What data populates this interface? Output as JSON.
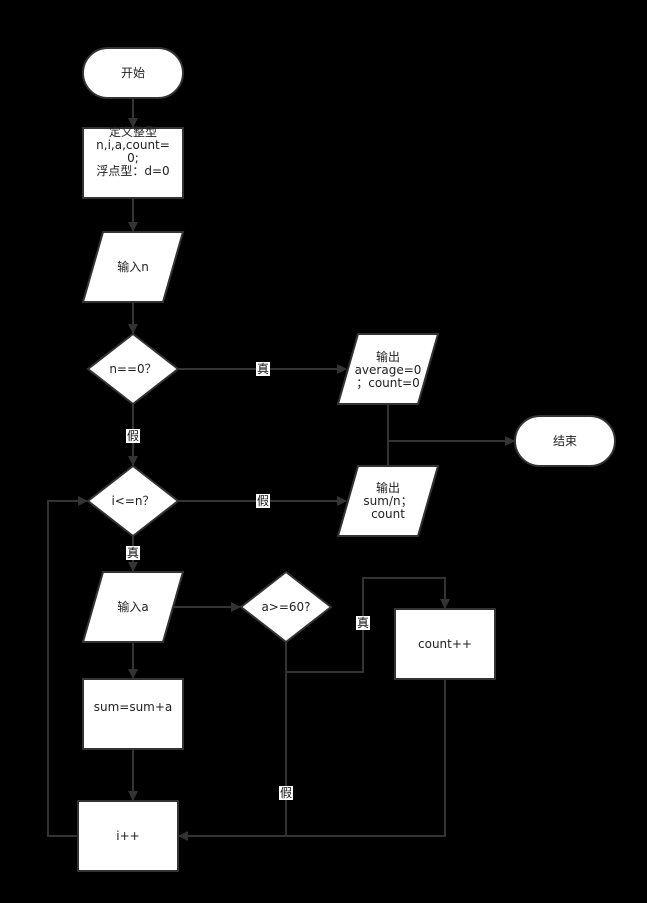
{
  "diagram": {
    "type": "flowchart",
    "nodes": {
      "start": "开始",
      "init": "定义整型\nn,i,a,count=\n0;\n浮点型：d=0",
      "input_n": "输入n",
      "cond_n0": "n==0？",
      "output_zero": "输出\naverage=0\n；count=0",
      "end": "结束",
      "cond_loop": "i<=n？",
      "output_result": "输出\nsum/n；\ncount",
      "input_a": "输入a",
      "cond_pass": "a>=60?",
      "count_inc": "count++",
      "sum_add": "sum=sum+a",
      "i_inc": "i++"
    },
    "edge_labels": {
      "n0_true": "真",
      "n0_false": "假",
      "loop_false": "假",
      "loop_true": "真",
      "pass_true": "真",
      "pass_false": "假"
    }
  }
}
